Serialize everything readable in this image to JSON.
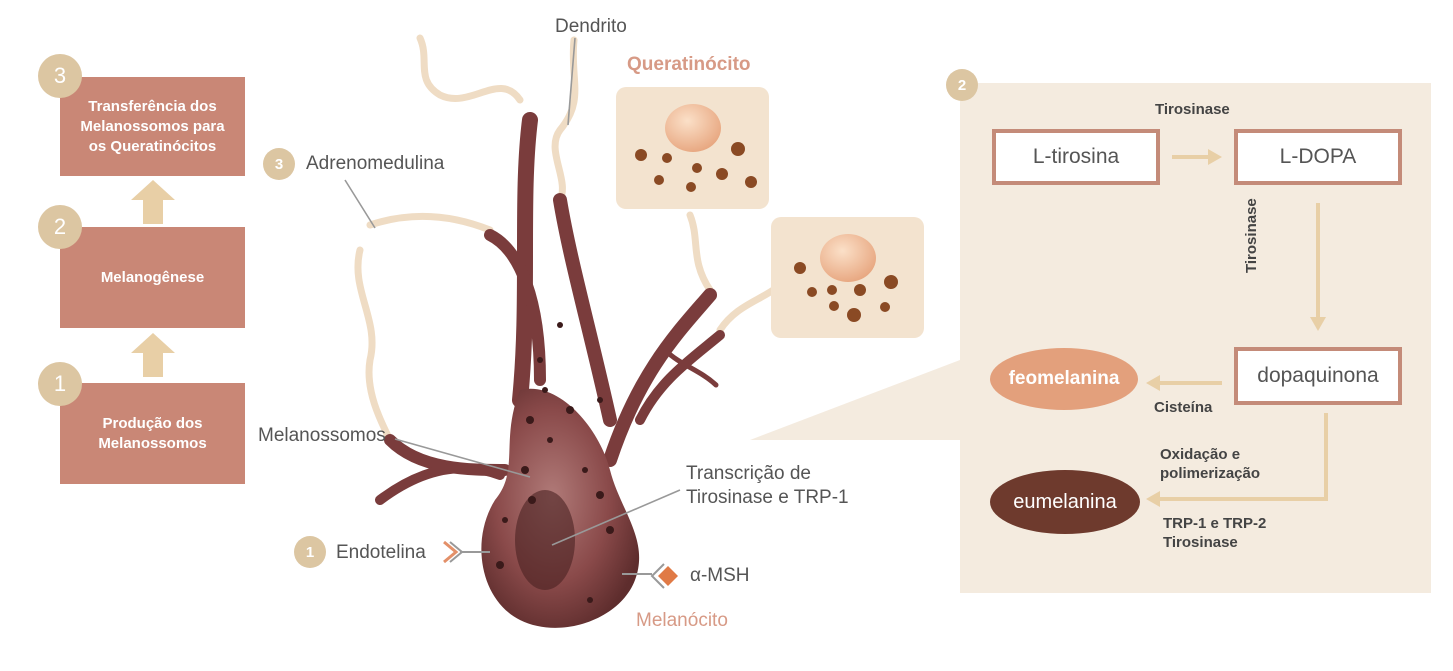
{
  "left_flow": {
    "steps": [
      {
        "number": "3",
        "label": "Transferência dos\nMelanossomos para\nos Queratinócitos"
      },
      {
        "number": "2",
        "label": "Melanogênese"
      },
      {
        "number": "1",
        "label": "Produção dos\nMelanossomos"
      }
    ]
  },
  "center": {
    "dendrite_label": "Dendrito",
    "keratinocyte_title": "Queratinócito",
    "adrenomedulin": {
      "number": "3",
      "label": "Adrenomedulina"
    },
    "melanosomes_label": "Melanossomos",
    "transcription_label": "Transcrição de\nTirosinase e TRP-1",
    "endothelin": {
      "number": "1",
      "label": "Endotelina"
    },
    "msh_label": "α-MSH",
    "melanocyte_title": "Melanócito"
  },
  "right_panel": {
    "number": "2",
    "l_tyrosine": "L-tirosina",
    "l_dopa": "L-DOPA",
    "dopaquinone": "dopaquinona",
    "enzyme_top": "Tirosinase",
    "enzyme_vertical": "Tirosinase",
    "cysteine": "Cisteína",
    "pheomelanin": "feomelanina",
    "eumelanin": "eumelanina",
    "oxidation": "Oxidação e\npolimerização",
    "trp_enzymes": "TRP-1 e TRP-2\nTirosinase"
  },
  "colors": {
    "step_box": "#c98776",
    "circle": "#dcc6a2",
    "panel_bg": "#f4ebdf",
    "arrow": "#e8cfa6",
    "pheomelanin": "#e3a07c",
    "eumelanin": "#6e3a2d",
    "cell_body": "#8a4a4a"
  }
}
